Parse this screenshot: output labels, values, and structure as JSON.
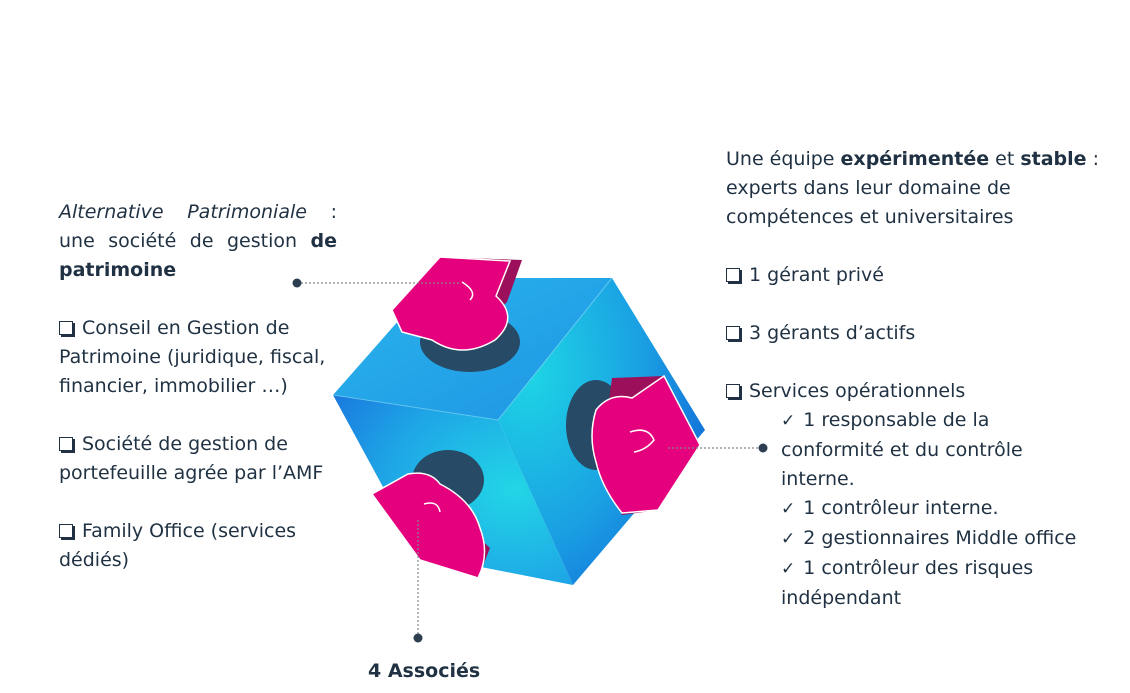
{
  "left_block": {
    "title_italic": "Alternative Patrimoniale",
    "title_colon": ":",
    "line2": "une société de gestion",
    "line2_bold": "de",
    "line3_bold": "patrimoine",
    "item1": [
      "Conseil en Gestion de",
      "Patrimoine (juridique, fiscal,",
      "financier, immobilier …)"
    ],
    "item2": [
      "Société de gestion de",
      "portefeuille agrée par l’AMF"
    ],
    "item3": [
      "Family Office (services",
      "dédiés)"
    ]
  },
  "right_block": {
    "intro_1": "Une équipe ",
    "intro_bold_1": "expérimentée",
    "intro_2": " et ",
    "intro_bold_2": "stable",
    "intro_3": " :",
    "intro_line2": "experts dans leur domaine de",
    "intro_line3": "compétences et universitaires",
    "item1": "1 gérant privé",
    "item2": "3 gérants d’actifs",
    "item3": "Services opérationnels",
    "sub1": [
      "1 responsable de la",
      "conformité et du contrôle",
      "interne."
    ],
    "sub2": "1 contrôleur interne.",
    "sub3": "2 gestionnaires Middle office",
    "sub4": [
      "1 contrôleur des risques",
      "indépendant"
    ]
  },
  "bottom_label": "4 Associés",
  "colors": {
    "text": "#1f3142",
    "cube_light": "#22d3e6",
    "cube_dark": "#1177e0",
    "puzzle_magenta": "#e5007e",
    "puzzle_shadow": "#9c0f5b"
  }
}
